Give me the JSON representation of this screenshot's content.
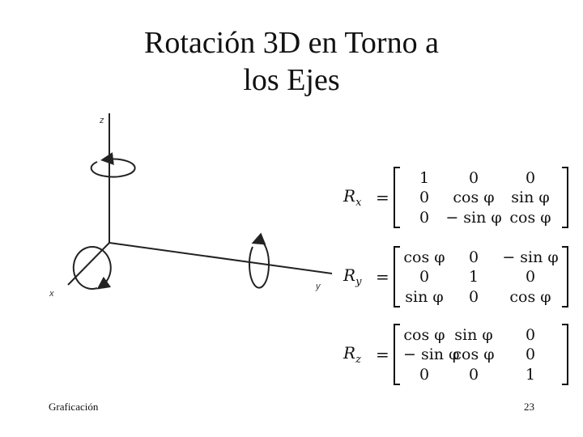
{
  "slide": {
    "title_line1": "Rotación 3D en Torno a",
    "title_line2": "los Ejes",
    "footer_left": "Graficación",
    "footer_right": "23"
  },
  "axes": {
    "z": "z",
    "x": "x",
    "y": "y"
  },
  "matrices": [
    {
      "name": "R",
      "sub": "x",
      "rows": [
        [
          "1",
          "0",
          "0"
        ],
        [
          "0",
          "cos φ",
          "sin φ"
        ],
        [
          "0",
          "− sin φ",
          "cos φ"
        ]
      ]
    },
    {
      "name": "R",
      "sub": "y",
      "rows": [
        [
          "cos φ",
          "0",
          "− sin φ"
        ],
        [
          "0",
          "1",
          "0"
        ],
        [
          "sin φ",
          "0",
          "cos φ"
        ]
      ]
    },
    {
      "name": "R",
      "sub": "z",
      "rows": [
        [
          "cos φ",
          "sin φ",
          "0"
        ],
        [
          "− sin φ",
          "cos φ",
          "0"
        ],
        [
          "0",
          "0",
          "1"
        ]
      ]
    }
  ]
}
